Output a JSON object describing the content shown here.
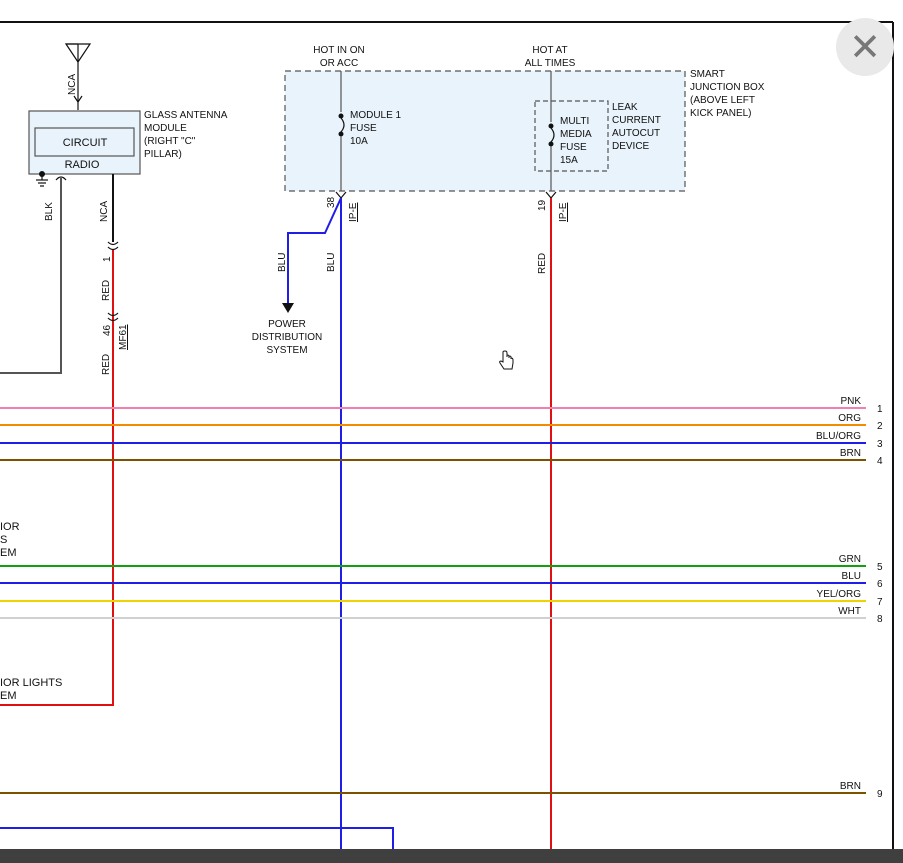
{
  "colors": {
    "pnk": "#f080b0",
    "org": "#f28c00",
    "blu": "#1e1ee6",
    "brn": "#7a5200",
    "grn": "#10a010",
    "yel": "#f0d200",
    "wht": "#d0d0d0",
    "red": "#e01010",
    "gray": "#555555",
    "fill": "#e8f3fb"
  },
  "junction_box": {
    "name_lines": [
      "SMART",
      "JUNCTION BOX",
      "(ABOVE LEFT",
      "KICK PANEL)"
    ],
    "hot_on_lines": [
      "HOT IN ON",
      "OR ACC"
    ],
    "hot_at_lines": [
      "HOT AT",
      "ALL TIMES"
    ],
    "module_fuse_lines": [
      "MODULE 1",
      "FUSE",
      "10A"
    ],
    "media_fuse_lines": [
      "MULTI",
      "MEDIA",
      "FUSE",
      "15A"
    ],
    "leak_lines": [
      "LEAK",
      "CURRENT",
      "AUTOCUT",
      "DEVICE"
    ]
  },
  "antenna": {
    "module_lines": [
      "GLASS ANTENNA",
      "MODULE",
      "(RIGHT \"C\"",
      "PILLAR)"
    ],
    "circuit_label": "CIRCUIT",
    "radio_label": "RADIO",
    "nca_top": "NCA",
    "blk": "BLK",
    "nca_wire": "NCA",
    "pin1": "1",
    "red1": "RED",
    "pin46": "46",
    "connector_mf61": "MF61",
    "red2": "RED"
  },
  "fuse_outputs": {
    "pin38": "38",
    "conn1": "IP-E",
    "blu_a": "BLU",
    "blu_b": "BLU",
    "pin19": "19",
    "conn2": "IP-E",
    "red": "RED",
    "power_lines": [
      "POWER",
      "DISTRIBUTION",
      "SYSTEM"
    ]
  },
  "buses": [
    {
      "label": "PNK",
      "num": "1",
      "color": "pnk"
    },
    {
      "label": "ORG",
      "num": "2",
      "color": "org"
    },
    {
      "label": "BLU/ORG",
      "num": "3",
      "color": "blu",
      "stripe": "org"
    },
    {
      "label": "BRN",
      "num": "4",
      "color": "brn"
    },
    {
      "label": "GRN",
      "num": "5",
      "color": "grn"
    },
    {
      "label": "BLU",
      "num": "6",
      "color": "blu"
    },
    {
      "label": "YEL/ORG",
      "num": "7",
      "color": "yel"
    },
    {
      "label": "WHT",
      "num": "8",
      "color": "wht"
    },
    {
      "label": "BRN",
      "num": "9",
      "color": "brn"
    }
  ],
  "left_partial": {
    "interior_lines": [
      "IOR",
      "S",
      "EM"
    ],
    "lights_lines": [
      "IOR LIGHTS",
      "EM"
    ]
  },
  "close_label": "✕"
}
